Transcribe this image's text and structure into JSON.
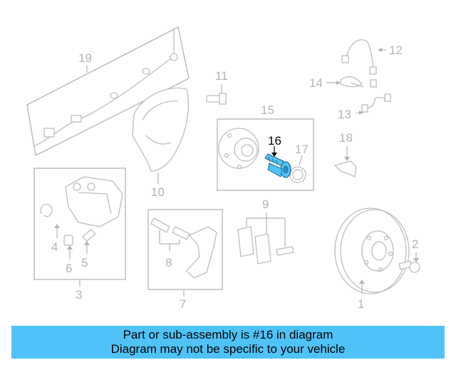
{
  "diagram": {
    "callouts": {
      "p1": "1",
      "p2": "2",
      "p3": "3",
      "p4": "4",
      "p5": "5",
      "p6": "6",
      "p7": "7",
      "p8": "8",
      "p9": "9",
      "p10": "10",
      "p11": "11",
      "p12": "12",
      "p13": "13",
      "p14": "14",
      "p15": "15",
      "p16": "16",
      "p17": "17",
      "p18": "18",
      "p19": "19"
    },
    "highlighted_part": "16",
    "colors": {
      "highlight": "#4fc3f7",
      "parts": "#bdbdbd",
      "banner": "#4fc3f7"
    }
  },
  "banner": {
    "line1": "Part or sub-assembly is #16 in diagram",
    "line2": "Diagram may not be specific to your vehicle"
  }
}
